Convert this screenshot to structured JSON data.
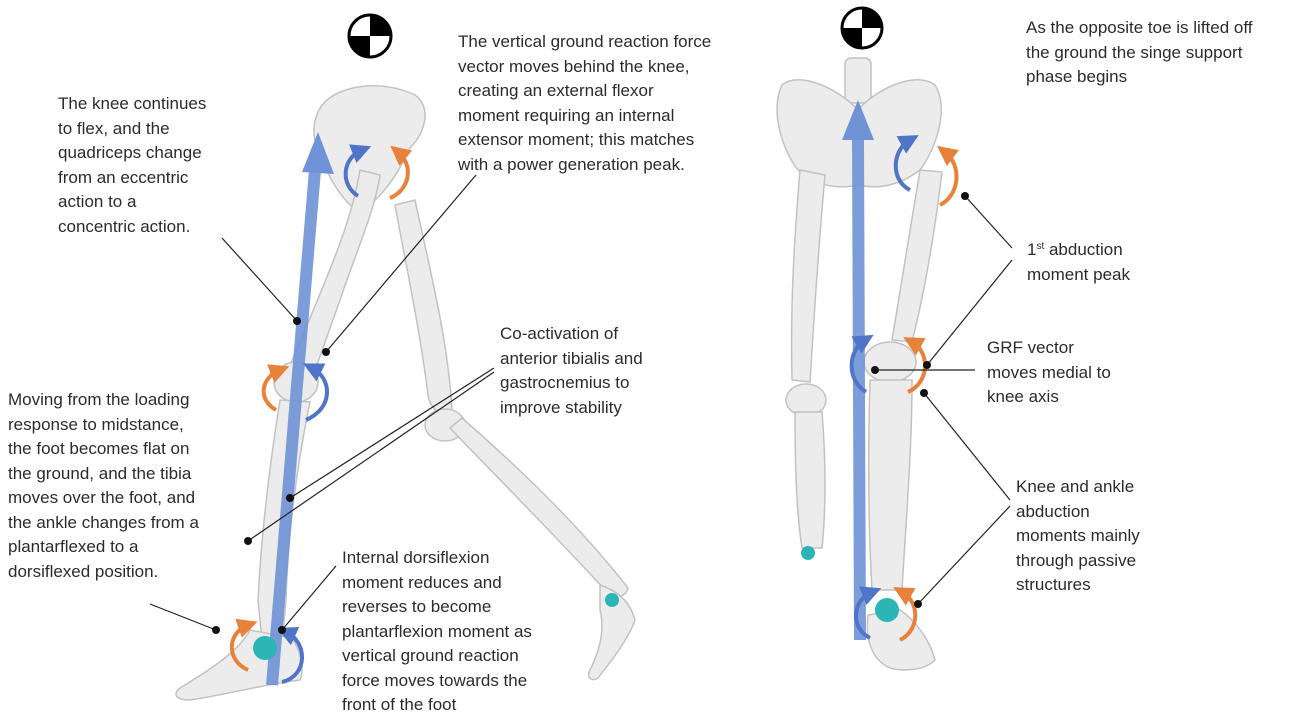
{
  "figure": {
    "annotations": {
      "knee_continues": "The knee continues\nto flex, and the\nquadriceps change\nfrom an eccentric\naction to a\nconcentric action.",
      "vertical_grf": "The vertical ground reaction force\nvector moves behind the knee,\ncreating an external flexor\nmoment requiring an internal\nextensor moment; this matches\nwith a power generation peak.",
      "coactivation": "Co-activation of\nanterior tibialis and\ngastrocnemius to\nimprove stability",
      "loading_response": "Moving from the loading\nresponse to midstance,\nthe foot becomes flat on\nthe ground, and the tibia\nmoves over the foot, and\nthe ankle changes from a\nplantarflexed to a\ndorsiflexed position.",
      "dorsiflexion": "Internal dorsiflexion\nmoment reduces and\nreverses to become\nplantarflexion moment as\nvertical ground reaction\nforce moves towards the\nfront of the foot",
      "opposite_toe": "As the opposite toe is lifted off\nthe ground the singe support\nphase begins",
      "abduction_peak_sup": "st",
      "abduction_peak_prefix": "1",
      "abduction_peak_rest": " abduction\nmoment peak",
      "grf_medial": "GRF vector\nmoves medial to\nknee axis",
      "passive_structures": "Knee and ankle\nabduction\nmoments mainly\nthrough passive\nstructures"
    },
    "colors": {
      "grf_vector": "#6f93d6",
      "internal_moment": "#4f74c8",
      "external_moment": "#e8823a",
      "bone": "#ececec",
      "bone_outline": "#bdbdbd",
      "ankle_joint": "#2bb5b5",
      "leader_line": "#222222"
    },
    "icons": {
      "center_of_mass": "center-of-mass-icon"
    }
  }
}
